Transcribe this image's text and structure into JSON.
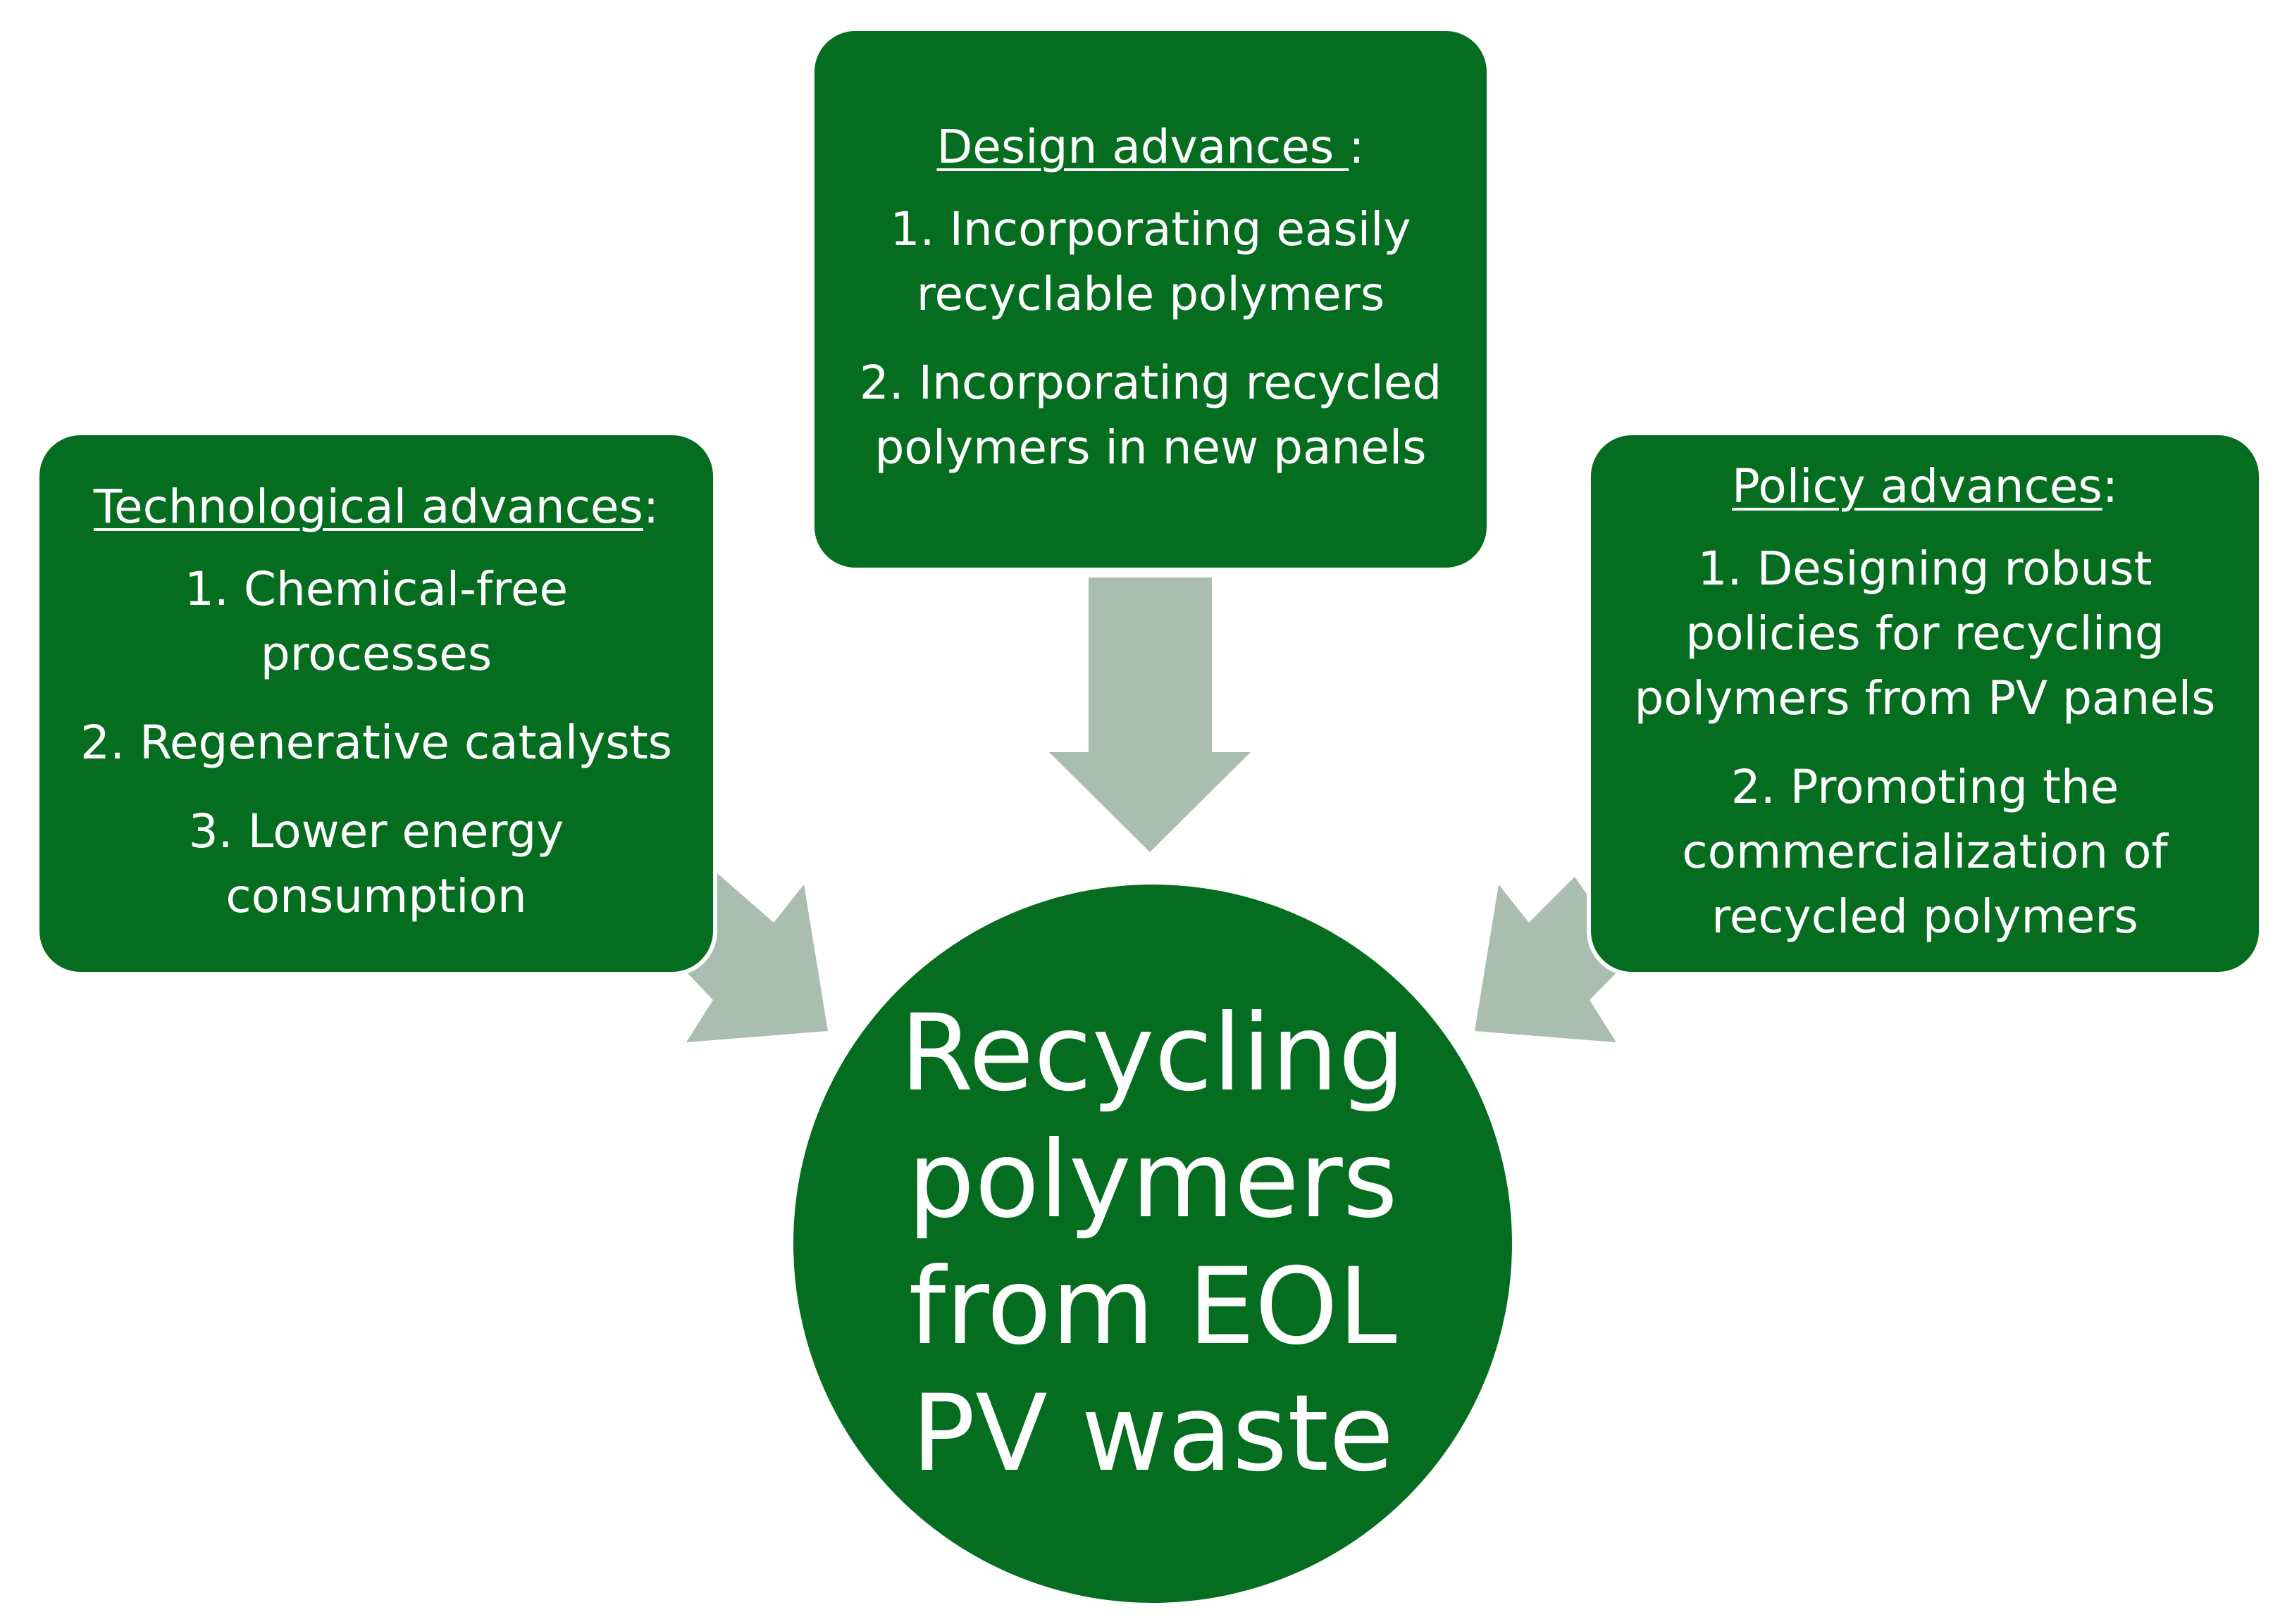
{
  "colors": {
    "box_fill": "#056d1f",
    "arrow_fill": "#a9bdb0",
    "text": "#ffffff"
  },
  "design": {
    "heading": "Design advances ",
    "heading_suffix": ":",
    "items": [
      "1. Incorporating easily recyclable polymers",
      "2. Incorporating recycled polymers in new panels"
    ]
  },
  "technological": {
    "heading": "Technological advances",
    "heading_suffix": ":",
    "items": [
      "1. Chemical-free processes",
      "2. Regenerative catalysts",
      "3. Lower energy consumption"
    ]
  },
  "policy": {
    "heading": "Policy advances",
    "heading_suffix": ":",
    "items": [
      "1. Designing robust policies for recycling polymers from PV panels",
      "2. Promoting the commercialization of recycled polymers"
    ]
  },
  "center": {
    "lines": [
      "Recycling",
      "polymers",
      "from EOL",
      "PV waste"
    ]
  }
}
